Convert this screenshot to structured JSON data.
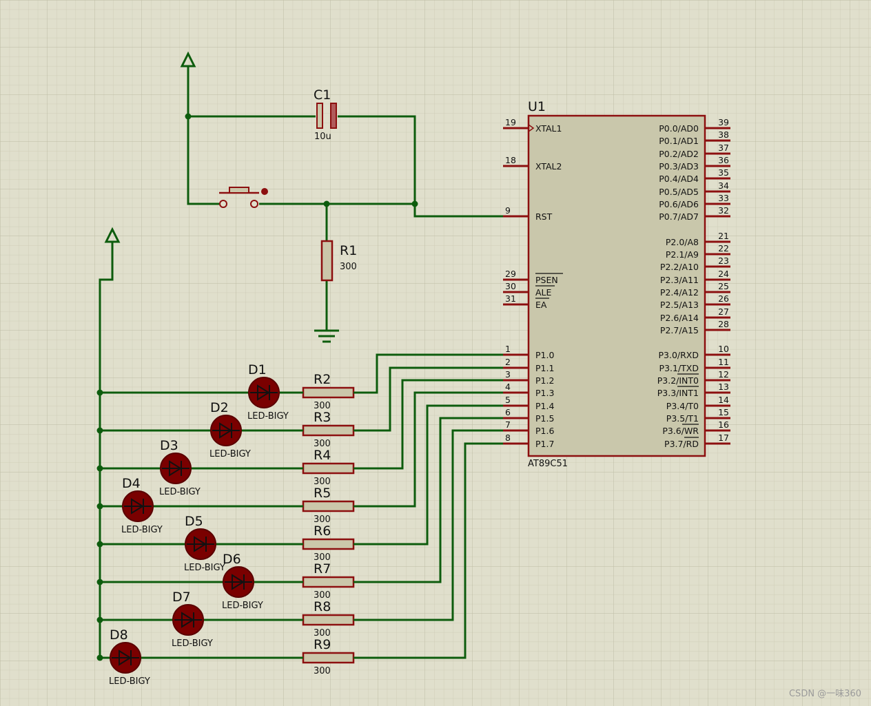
{
  "chip": {
    "ref": "U1",
    "part": "AT89C51",
    "left_pins": [
      {
        "num": "19",
        "name": "XTAL1"
      },
      {
        "num": "18",
        "name": "XTAL2"
      },
      {
        "num": "9",
        "name": "RST"
      },
      {
        "num": "29",
        "name": "PSEN"
      },
      {
        "num": "30",
        "name": "ALE"
      },
      {
        "num": "31",
        "name": "EA"
      },
      {
        "num": "1",
        "name": "P1.0"
      },
      {
        "num": "2",
        "name": "P1.1"
      },
      {
        "num": "3",
        "name": "P1.2"
      },
      {
        "num": "4",
        "name": "P1.3"
      },
      {
        "num": "5",
        "name": "P1.4"
      },
      {
        "num": "6",
        "name": "P1.5"
      },
      {
        "num": "7",
        "name": "P1.6"
      },
      {
        "num": "8",
        "name": "P1.7"
      }
    ],
    "right_pins": [
      {
        "num": "39",
        "name": "P0.0/AD0"
      },
      {
        "num": "38",
        "name": "P0.1/AD1"
      },
      {
        "num": "37",
        "name": "P0.2/AD2"
      },
      {
        "num": "36",
        "name": "P0.3/AD3"
      },
      {
        "num": "35",
        "name": "P0.4/AD4"
      },
      {
        "num": "34",
        "name": "P0.5/AD5"
      },
      {
        "num": "33",
        "name": "P0.6/AD6"
      },
      {
        "num": "32",
        "name": "P0.7/AD7"
      },
      {
        "num": "21",
        "name": "P2.0/A8"
      },
      {
        "num": "22",
        "name": "P2.1/A9"
      },
      {
        "num": "23",
        "name": "P2.2/A10"
      },
      {
        "num": "24",
        "name": "P2.3/A11"
      },
      {
        "num": "25",
        "name": "P2.4/A12"
      },
      {
        "num": "26",
        "name": "P2.5/A13"
      },
      {
        "num": "27",
        "name": "P2.6/A14"
      },
      {
        "num": "28",
        "name": "P2.7/A15"
      },
      {
        "num": "10",
        "name": "P3.0/RXD"
      },
      {
        "num": "11",
        "name": "P3.1/TXD"
      },
      {
        "num": "12",
        "name": "P3.2/INT0"
      },
      {
        "num": "13",
        "name": "P3.3/INT1"
      },
      {
        "num": "14",
        "name": "P3.4/T0"
      },
      {
        "num": "15",
        "name": "P3.5/T1"
      },
      {
        "num": "16",
        "name": "P3.6/WR"
      },
      {
        "num": "17",
        "name": "P3.7/RD"
      }
    ]
  },
  "capacitor": {
    "ref": "C1",
    "value": "10u"
  },
  "reset_resistor": {
    "ref": "R1",
    "value": "300"
  },
  "leds": [
    {
      "ref": "D1",
      "part": "LED-BIGY"
    },
    {
      "ref": "D2",
      "part": "LED-BIGY"
    },
    {
      "ref": "D3",
      "part": "LED-BIGY"
    },
    {
      "ref": "D4",
      "part": "LED-BIGY"
    },
    {
      "ref": "D5",
      "part": "LED-BIGY"
    },
    {
      "ref": "D6",
      "part": "LED-BIGY"
    },
    {
      "ref": "D7",
      "part": "LED-BIGY"
    },
    {
      "ref": "D8",
      "part": "LED-BIGY"
    }
  ],
  "led_resistors": [
    {
      "ref": "R2",
      "value": "300"
    },
    {
      "ref": "R3",
      "value": "300"
    },
    {
      "ref": "R4",
      "value": "300"
    },
    {
      "ref": "R5",
      "value": "300"
    },
    {
      "ref": "R6",
      "value": "300"
    },
    {
      "ref": "R7",
      "value": "300"
    },
    {
      "ref": "R8",
      "value": "300"
    },
    {
      "ref": "R9",
      "value": "300"
    }
  ],
  "watermark": "CSDN @一味360",
  "colors": {
    "wire": "#0d5c0d",
    "component": "#8c0f0f",
    "chip_fill": "#c9c7ab",
    "background": "#e0dfcc",
    "led_fill": "#7a0000"
  }
}
